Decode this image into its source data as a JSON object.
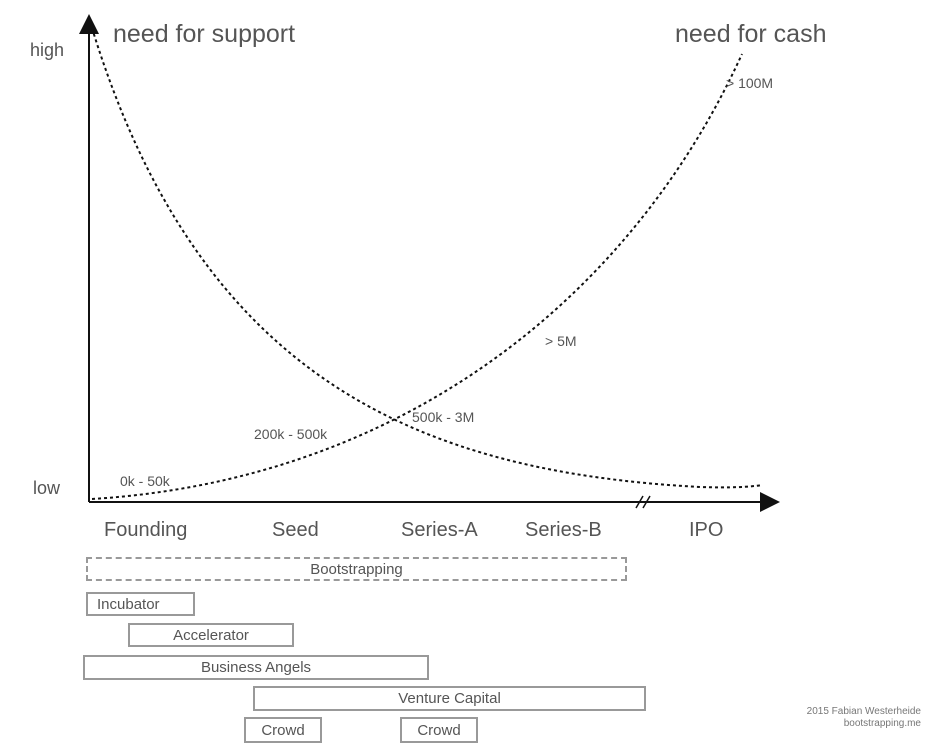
{
  "axes": {
    "y_high": "high",
    "y_low": "low"
  },
  "curves": {
    "support_label": "need for support",
    "cash_label": "need for cash"
  },
  "cash_amounts": [
    "0k - 50k",
    "200k - 500k",
    "500k - 3M",
    "> 5M",
    "> 100M"
  ],
  "stages": [
    "Founding",
    "Seed",
    "Series-A",
    "Series-B",
    "IPO"
  ],
  "funding": {
    "bootstrapping": "Bootstrapping",
    "incubator": "Incubator",
    "accelerator": "Accelerator",
    "business_angels": "Business Angels",
    "venture_capital": "Venture Capital",
    "crowd_1": "Crowd",
    "crowd_2": "Crowd"
  },
  "credit": {
    "line1": "2015 Fabian Westerheide",
    "line2": "bootstrapping.me"
  }
}
